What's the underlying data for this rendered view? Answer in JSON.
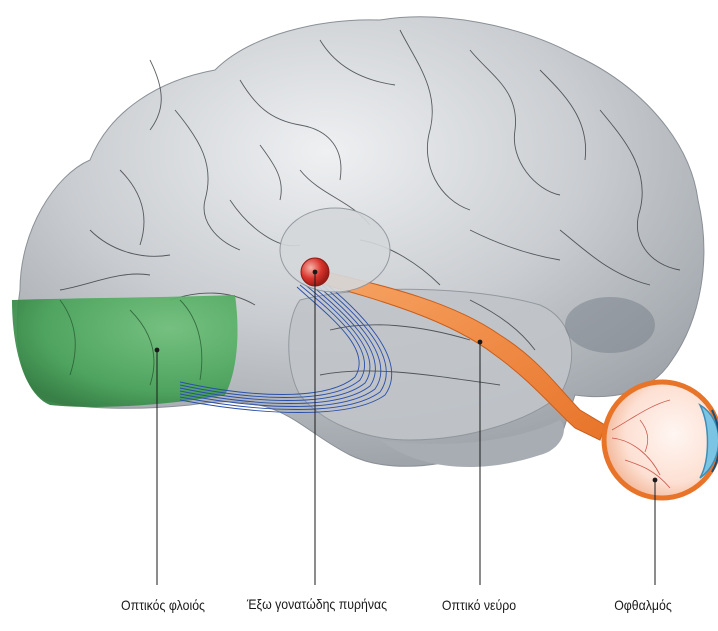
{
  "labels": {
    "visual_cortex": "Οπτικός φλοιός",
    "lgn": "Έξω γονατώδης πυρήνας",
    "optic_nerve": "Οπτικό νεύρο",
    "eye": "Οφθαλμός"
  },
  "colors": {
    "brain": "#c6cace",
    "brain_shadow": "#9aa0a6",
    "cortex": "#4aa55a",
    "fibers": "#2a4fa8",
    "nerve": "#f08a3c",
    "lgn": "#d8332b",
    "eye_outline": "#e8742a"
  }
}
